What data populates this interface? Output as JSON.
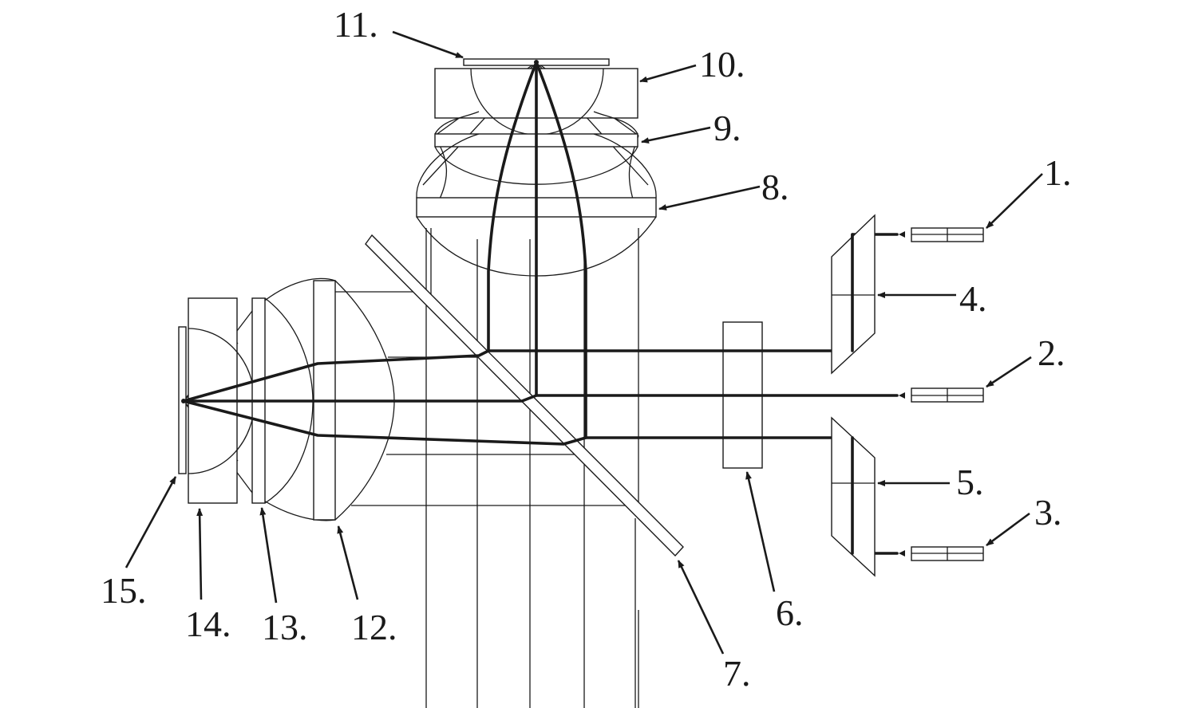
{
  "colors": {
    "ink": "#1a1a1a",
    "background": "#ffffff"
  },
  "labels": {
    "l1": "1.",
    "l2": "2.",
    "l3": "3.",
    "l4": "4.",
    "l5": "5.",
    "l6": "6.",
    "l7": "7.",
    "l8": "8.",
    "l9": "9.",
    "l10": "10.",
    "l11": "11.",
    "l12": "12.",
    "l13": "13.",
    "l14": "14.",
    "l15": "15."
  }
}
